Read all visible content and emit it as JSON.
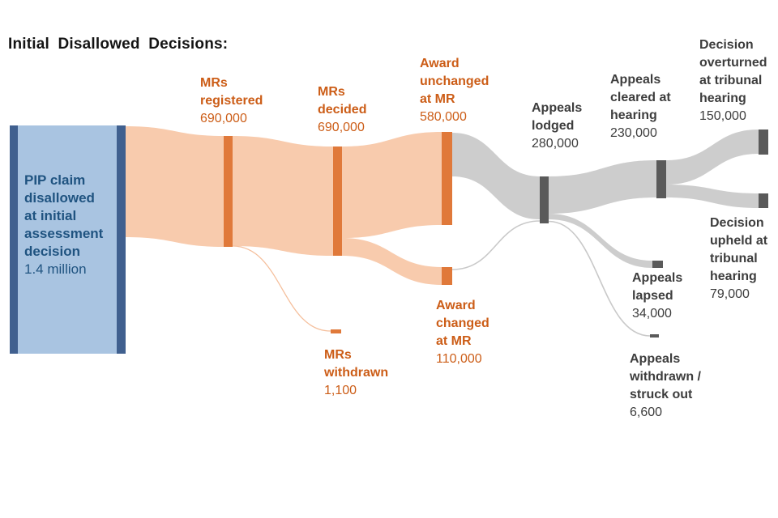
{
  "title": "Initial Disallowed Decisions:",
  "colors": {
    "background": "#ffffff",
    "title_text": "#141414",
    "blue_node_fill": "#a9c4e1",
    "blue_node_bar": "#40608f",
    "blue_text": "#1f5380",
    "orange_node": "#e0793a",
    "orange_flow": "#f8cbad",
    "orange_text": "#cc5d17",
    "gray_node": "#5a5a5a",
    "gray_flow": "#cdcdcd",
    "gray_text": "#3d3d3d"
  },
  "chart_data": {
    "type": "sankey",
    "title": "Initial Disallowed Decisions:",
    "legend_position": "none",
    "grid": false,
    "nodes": [
      {
        "id": "pip-disallowed",
        "label": "PIP claim\ndisallowed\nat initial\nassessment\ndecision",
        "value": 1400000,
        "value_text": "1.4 million",
        "group": "blue"
      },
      {
        "id": "mrs-registered",
        "label": "MRs\nregistered",
        "value": 690000,
        "value_text": "690,000",
        "group": "orange"
      },
      {
        "id": "mrs-decided",
        "label": "MRs\ndecided",
        "value": 690000,
        "value_text": "690,000",
        "group": "orange"
      },
      {
        "id": "mrs-withdrawn",
        "label": "MRs\nwithdrawn",
        "value": 1100,
        "value_text": "1,100",
        "group": "orange"
      },
      {
        "id": "award-unchanged",
        "label": "Award\nunchanged\nat MR",
        "value": 580000,
        "value_text": "580,000",
        "group": "orange"
      },
      {
        "id": "award-changed",
        "label": "Award\nchanged\nat MR",
        "value": 110000,
        "value_text": "110,000",
        "group": "orange"
      },
      {
        "id": "appeals-lodged",
        "label": "Appeals\nlodged",
        "value": 280000,
        "value_text": "280,000",
        "group": "gray"
      },
      {
        "id": "appeals-cleared",
        "label": "Appeals\ncleared at\nhearing",
        "value": 230000,
        "value_text": "230,000",
        "group": "gray"
      },
      {
        "id": "appeals-lapsed",
        "label": "Appeals\nlapsed",
        "value": 34000,
        "value_text": "34,000",
        "group": "gray"
      },
      {
        "id": "appeals-withdrawn",
        "label": "Appeals\nwithdrawn /\nstruck out",
        "value": 6600,
        "value_text": "6,600",
        "group": "gray"
      },
      {
        "id": "decision-overturned",
        "label": "Decision\noverturned\nat tribunal\nhearing",
        "value": 150000,
        "value_text": "150,000",
        "group": "gray"
      },
      {
        "id": "decision-upheld",
        "label": "Decision\nupheld at\ntribunal\nhearing",
        "value": 79000,
        "value_text": "79,000",
        "group": "gray"
      }
    ],
    "links": [
      {
        "source": "pip-disallowed",
        "target": "mrs-registered",
        "value": 690000
      },
      {
        "source": "mrs-registered",
        "target": "mrs-decided",
        "value": 690000
      },
      {
        "source": "mrs-registered",
        "target": "mrs-withdrawn",
        "value": 1100
      },
      {
        "source": "mrs-decided",
        "target": "award-unchanged",
        "value": 580000
      },
      {
        "source": "mrs-decided",
        "target": "award-changed",
        "value": 110000
      },
      {
        "source": "award-unchanged",
        "target": "appeals-lodged",
        "value": 270000,
        "estimated": true
      },
      {
        "source": "award-changed",
        "target": "appeals-lodged",
        "value": 10000,
        "estimated": true
      },
      {
        "source": "appeals-lodged",
        "target": "appeals-cleared",
        "value": 230000
      },
      {
        "source": "appeals-lodged",
        "target": "appeals-lapsed",
        "value": 34000
      },
      {
        "source": "appeals-lodged",
        "target": "appeals-withdrawn",
        "value": 6600
      },
      {
        "source": "appeals-cleared",
        "target": "decision-overturned",
        "value": 150000
      },
      {
        "source": "appeals-cleared",
        "target": "decision-upheld",
        "value": 79000
      }
    ]
  }
}
